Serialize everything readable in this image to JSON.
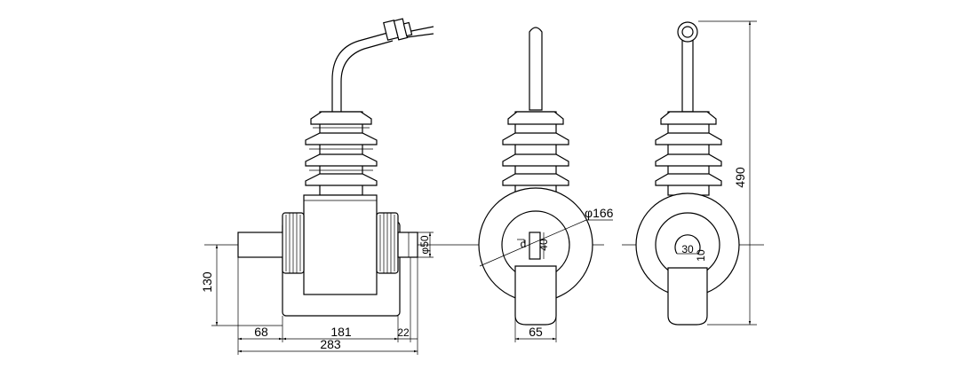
{
  "dims": {
    "d_68": "68",
    "d_181": "181",
    "d_22": "22",
    "d_283": "283",
    "d_130": "130",
    "d_phi50": "φ50",
    "d_phi166": "φ166",
    "d_40": "40",
    "d_d": "d",
    "d_65": "65",
    "d_30": "30",
    "d_10": "10",
    "d_490": "490"
  }
}
